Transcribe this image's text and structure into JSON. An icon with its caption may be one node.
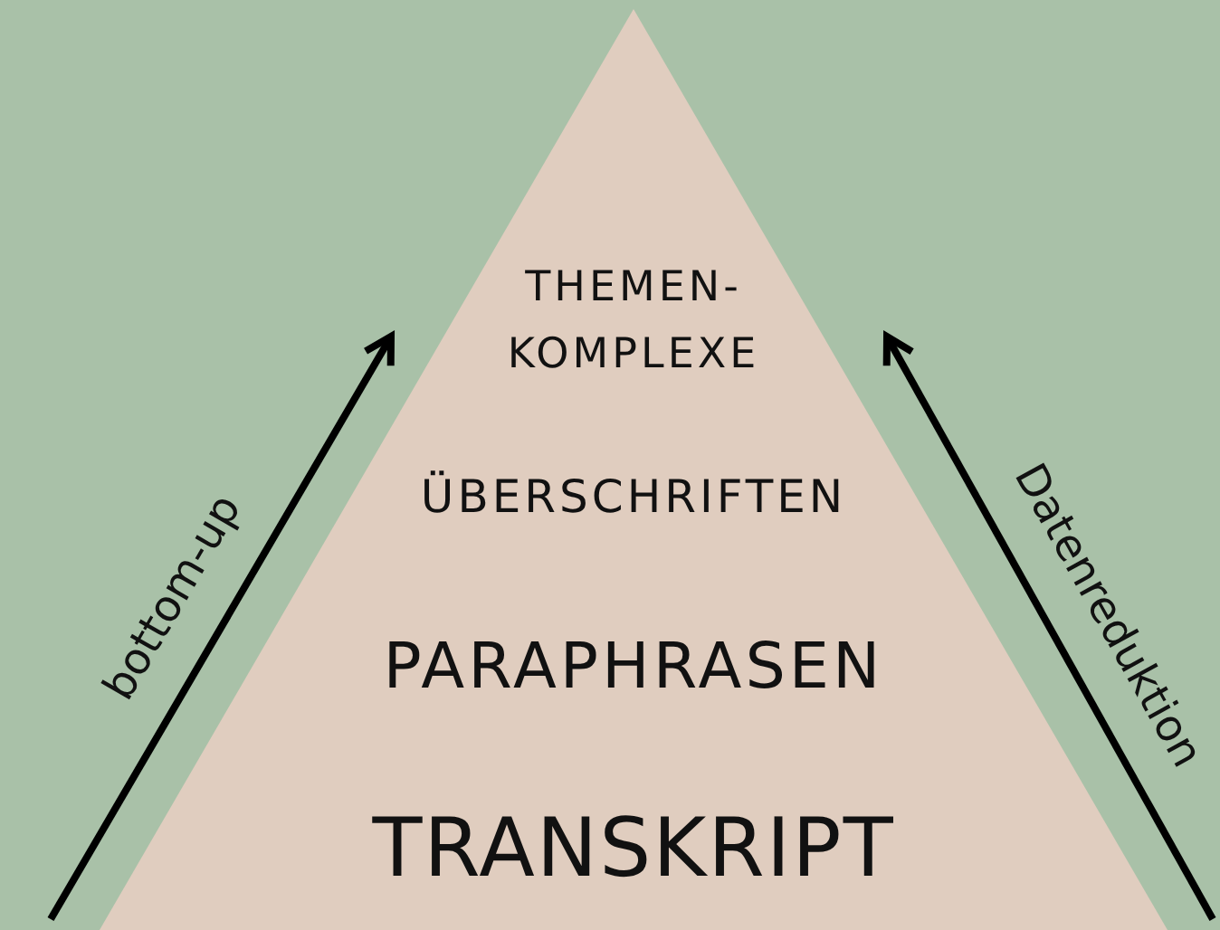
{
  "diagram": {
    "nodes": [
      {
        "text": [
          "THEMEN- KOMPLEXE",
          "ÜBERSCHRIFTEN",
          "PARAPHRASEN",
          "TRANSKRIPT"
        ]
      }
    ],
    "edges": [],
    "labels": [
      "bottom-up",
      "Datenreduktion"
    ]
  }
}
